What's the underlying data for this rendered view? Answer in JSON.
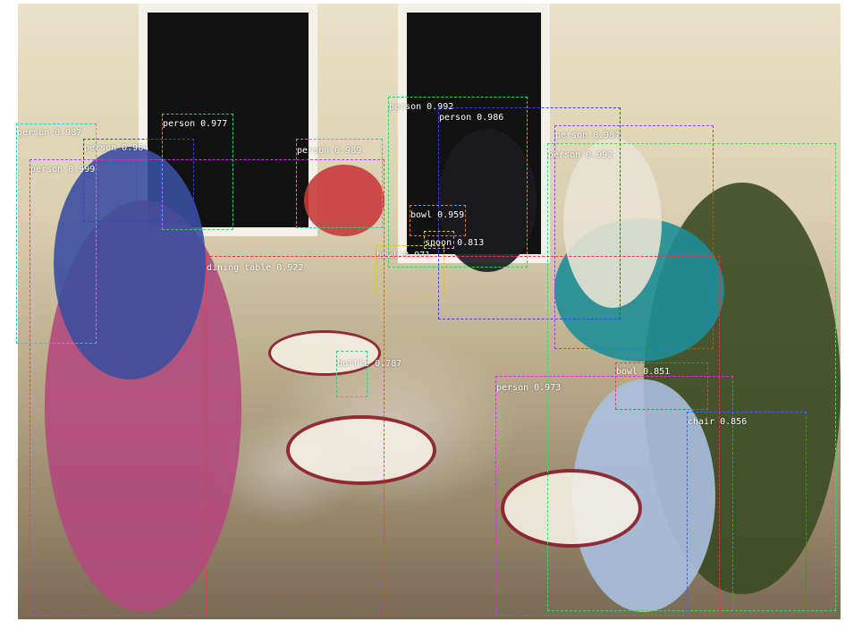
{
  "detections": [
    {
      "label": "person 0.987",
      "color": "#34c2d8"
    },
    {
      "label": "person 0.977",
      "color": "#36d35a"
    },
    {
      "label": "person 0.964",
      "color": "#3b3bd9"
    },
    {
      "label": "person 0.999",
      "color": "#c23cd6"
    },
    {
      "label": "person 0.989",
      "color": "#35c9a8"
    },
    {
      "label": "person 0.992",
      "color": "#38d23e"
    },
    {
      "label": "person 0.986",
      "color": "#3448d8"
    },
    {
      "label": "person 0.987",
      "color": "#9b3be0"
    },
    {
      "label": "person 0.992",
      "color": "#4bd64b"
    },
    {
      "label": "bowl 0.959",
      "color": "#e57a2a"
    },
    {
      "label": "spoon 0.813",
      "color": "#d9c12b"
    },
    {
      "label": "bowl 0.971",
      "color": "#d6c42c"
    },
    {
      "label": "dining table 0.922",
      "color": "#e23a3a"
    },
    {
      "label": "bottle 0.787",
      "color": "#38c87b"
    },
    {
      "label": "bowl 0.851",
      "color": "#e03d61"
    },
    {
      "label": "person 0.973",
      "color": "#d43ac2"
    },
    {
      "label": "chair 0.856",
      "color": "#3a6de0"
    }
  ]
}
